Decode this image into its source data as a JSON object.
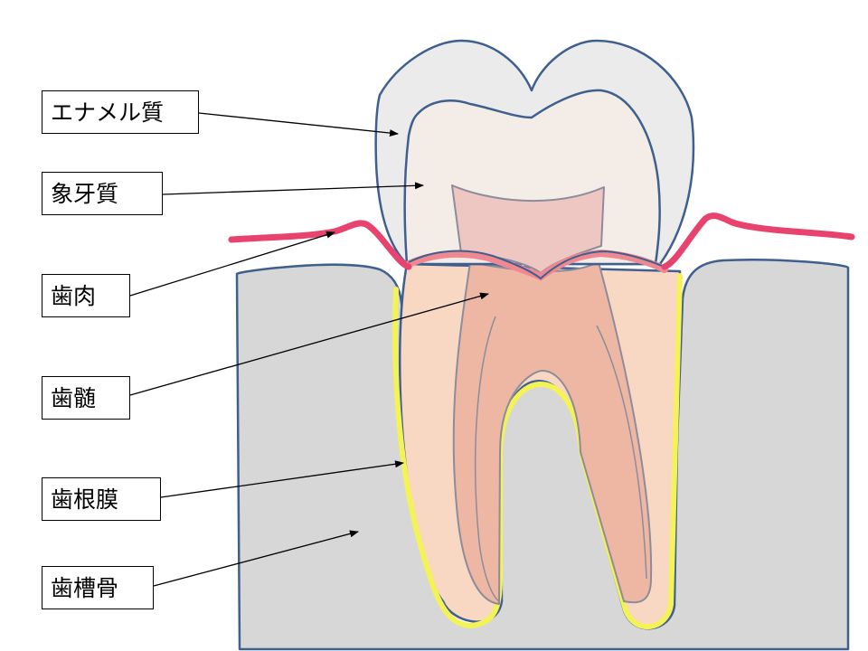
{
  "labels": {
    "enamel": "エナメル質",
    "dentin": "象牙質",
    "gum": "歯肉",
    "pulp": "歯髄",
    "periodontal_ligament": "歯根膜",
    "alveolar_bone": "歯槽骨"
  },
  "colors": {
    "outline": "#3f5f8f",
    "enamel_fill": "#ebebeb",
    "dentin_fill": "#f3ece7",
    "root_fill": "#f8d8c3",
    "pulp_fill": "#eeb7a3",
    "pulp_chamber_fill": "#efc7c2",
    "gum_line": "#e8436e",
    "gum_band": "#ef8890",
    "ligament": "#f3f256",
    "bone_fill": "#d7d7d7",
    "pointer": "#000000"
  }
}
